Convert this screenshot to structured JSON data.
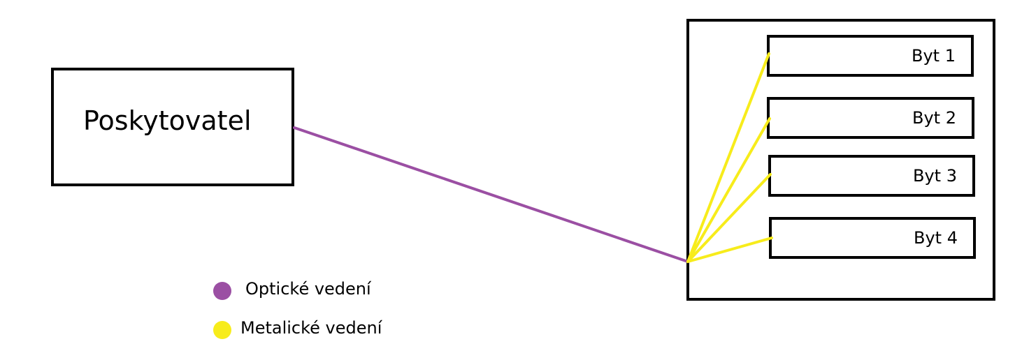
{
  "provider": {
    "label": "Poskytovatel"
  },
  "building": {
    "flats": [
      {
        "label": "Byt 1"
      },
      {
        "label": "Byt 2"
      },
      {
        "label": "Byt 3"
      },
      {
        "label": "Byt 4"
      }
    ]
  },
  "legend": {
    "optical": {
      "label": "Optické vedení",
      "color": "#9b4fa3"
    },
    "metallic": {
      "label": "Metalické vedení",
      "color": "#f7ec1b"
    }
  }
}
